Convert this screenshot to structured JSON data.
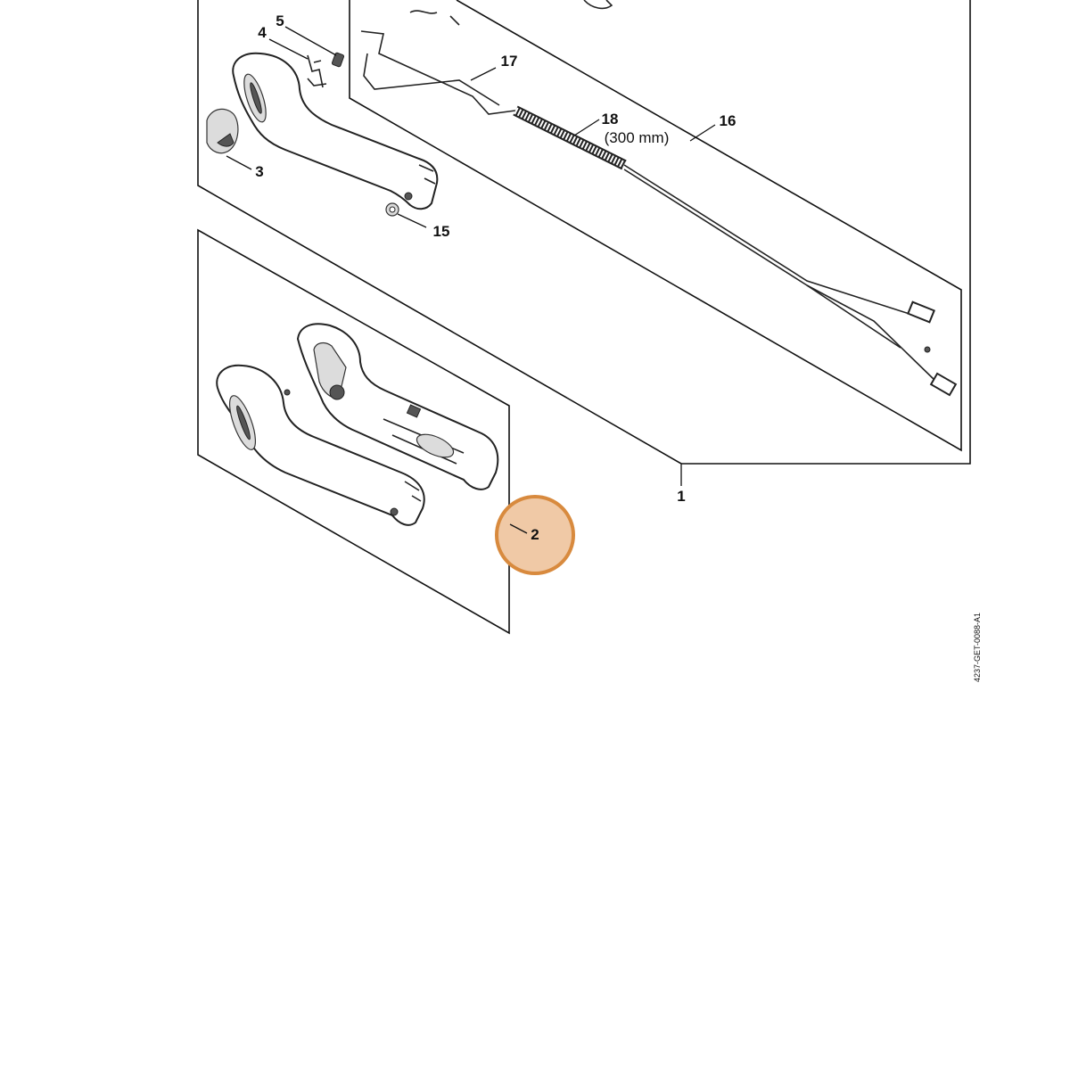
{
  "callouts": {
    "c1": "1",
    "c2": "2",
    "c3": "3",
    "c4": "4",
    "c5": "5",
    "c15": "15",
    "c16": "16",
    "c17": "17",
    "c18": "18",
    "c18_note": "(300 mm)"
  },
  "drawing_code": "4237-GET-0088-A1",
  "colors": {
    "highlight_fill": "#f0c9a6",
    "highlight_stroke": "#d88a3e",
    "line": "#111111"
  }
}
